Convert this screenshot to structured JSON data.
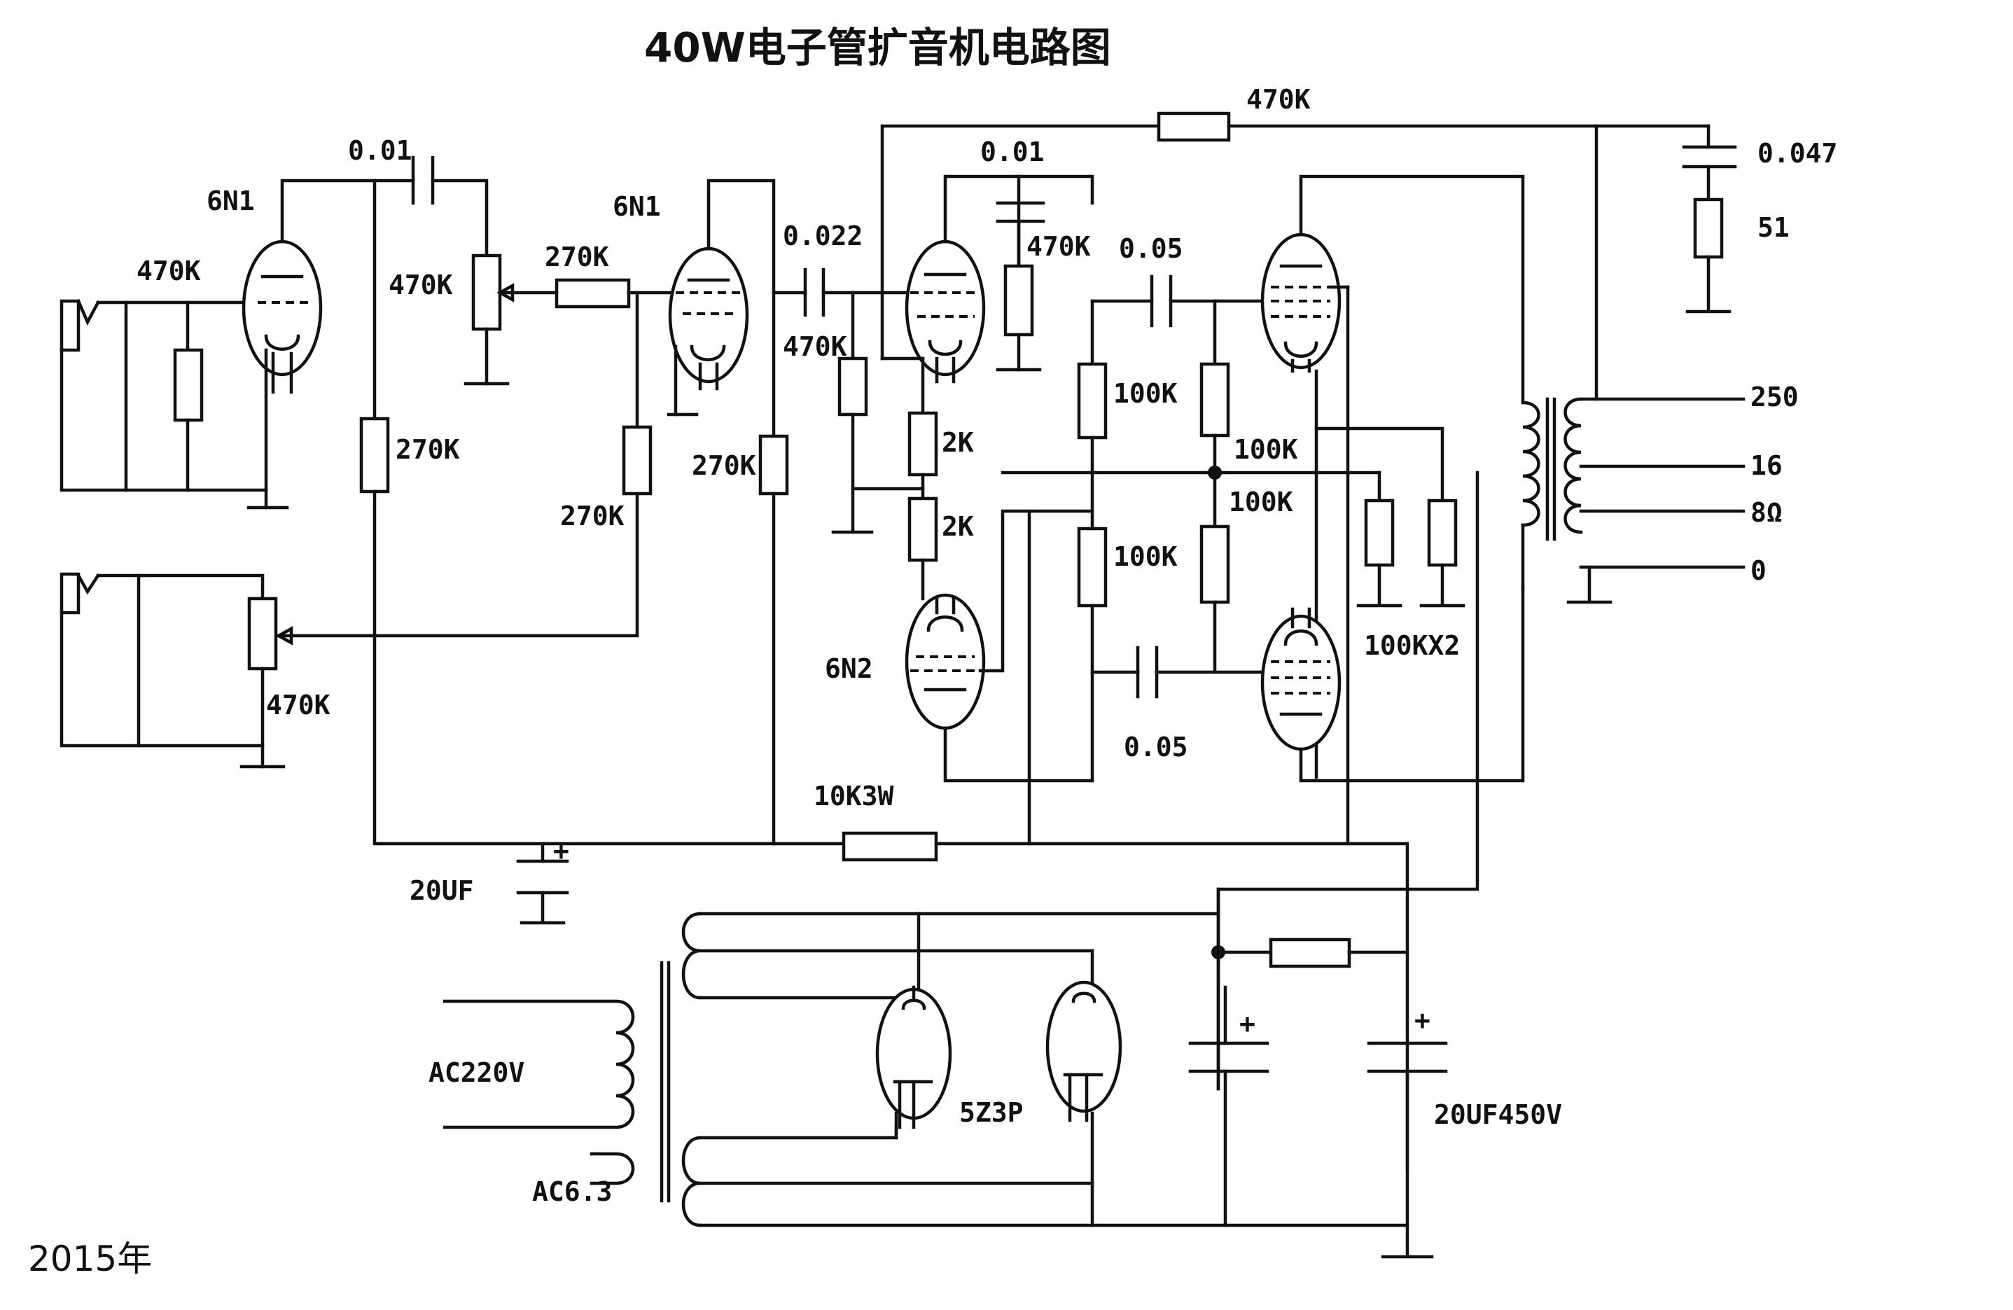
{
  "title": "40W电子管扩音机电路图",
  "year": "2015年",
  "tubes": {
    "input": "6N1",
    "driver": "6N1",
    "phase_splitter": "6N2",
    "rectifier": "5Z3P"
  },
  "components": {
    "r_in_470k": "470K",
    "c_001_a": "0.01",
    "pot_470k": "470K",
    "r_270k_a": "270K",
    "r_270k_b": "270K",
    "r_270k_c": "270K",
    "r_270k_d": "270K",
    "pot2_470k": "470K",
    "c_0022": "0.022",
    "r_470k_grid": "470K",
    "c_001_b": "0.01",
    "r_470k_c": "470K",
    "r_2k_a": "2K",
    "r_2k_b": "2K",
    "c_005_a": "0.05",
    "c_005_b": "0.05",
    "r_100k_a": "100K",
    "r_100k_b": "100K",
    "r_100k_c": "100K",
    "r_100k_d": "100K",
    "r_100kx2": "100KX2",
    "r_feedback_470k": "470K",
    "c_0047": "0.047",
    "r_51": "51",
    "r_10k3w": "10K3W",
    "c_20uf": "20UF",
    "c_20uf450v": "20UF450V"
  },
  "output_taps": [
    "250",
    "16",
    "8Ω",
    "0"
  ],
  "mains": {
    "primary": "AC220V",
    "heater": "AC6.3"
  },
  "plus": "+"
}
